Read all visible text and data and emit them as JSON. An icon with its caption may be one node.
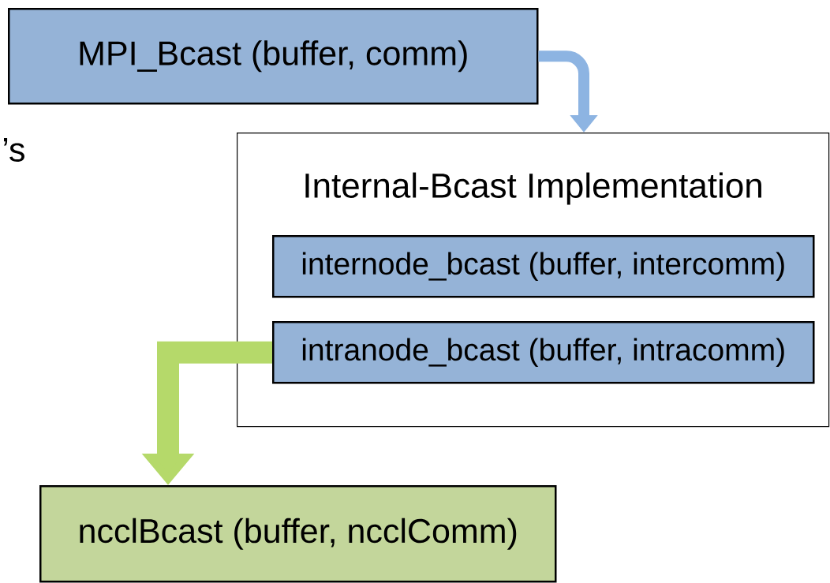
{
  "diagram": {
    "nodes": [
      {
        "text": [
          "MPI_Bcast (buffer, comm)"
        ]
      },
      {
        "text": [
          "Internal-Bcast Implementation"
        ]
      },
      {
        "text": [
          "internode_bcast (buffer, intercomm)"
        ],
        "in": 1
      },
      {
        "text": [
          "intranode_bcast (buffer, intracomm)"
        ],
        "in": 1
      },
      {
        "text": [
          "ncclBcast (buffer, ncclComm)"
        ]
      }
    ],
    "edges": [
      {
        "from": 0,
        "to": 1,
        "arrow": "to"
      },
      {
        "from": 3,
        "to": 4,
        "arrow": "to",
        "style": "thick",
        "color": "#b5d96a"
      }
    ],
    "labels": [
      "’s"
    ]
  }
}
